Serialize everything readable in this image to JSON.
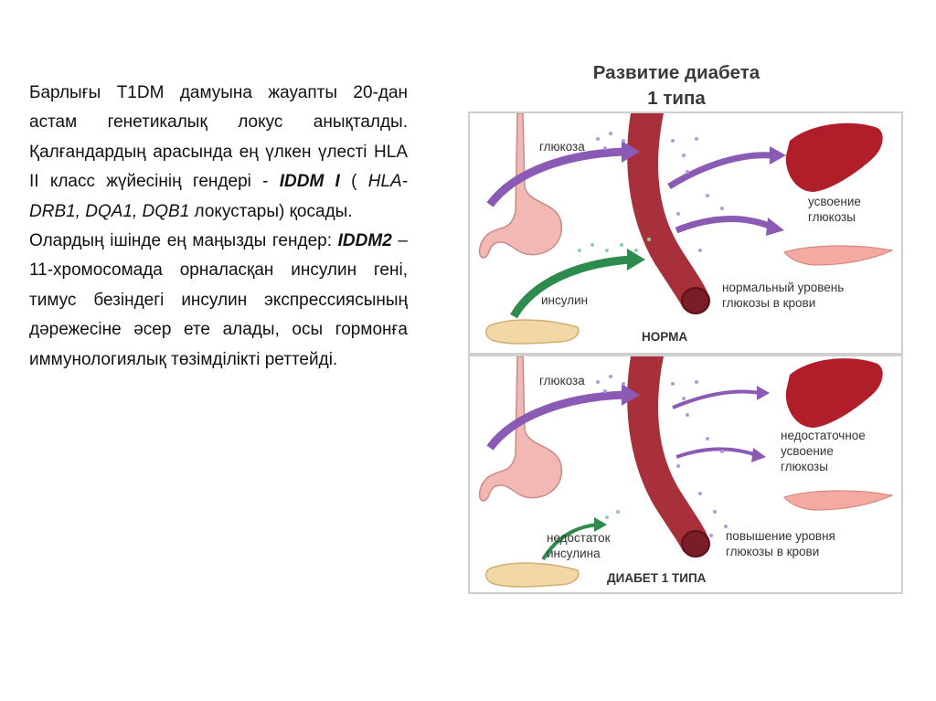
{
  "text": {
    "para1": {
      "t1": "Барлығы T1DM дамуына жауапты 20-дан астам генетикалық локус анықталды. Қалғандардың арасында ең үлкен үлесті HLA II класс жүйесінің гендері - ",
      "em1": "IDDM I",
      "t2": " ( ",
      "em2": "HLA-DRB1, DQA1, DQB1",
      "t3": " локустары) қосады."
    },
    "para2": {
      "t1": "Олардың ішінде ең маңызды гендер: ",
      "em1": "IDDM2",
      "t2": " – 11-хромосомада орналасқан инсулин гені, тимус безіндегі инсулин экспрессиясының дәрежесіне әсер ете алады, осы гормонға иммунологиялық төзімділікті реттейді."
    }
  },
  "figure": {
    "title_line1": "Развитие диабета",
    "title_line2": "1 типа",
    "top_panel": {
      "glucose": "глюкоза",
      "insulin": "инсулин",
      "uptake_line1": "усвоение",
      "uptake_line2": "глюкозы",
      "level_line1": "нормальный уровень",
      "level_line2": "глюкозы в крови",
      "caption": "НОРМА"
    },
    "bottom_panel": {
      "glucose": "глюкоза",
      "insulin_line1": "недостаток",
      "insulin_line2": "инсулина",
      "uptake_line1": "недостаточное",
      "uptake_line2": "усвоение",
      "uptake_line3": "глюкозы",
      "level_line1": "повышение уровня",
      "level_line2": "глюкозы в крови",
      "caption": "ДИАБЕТ 1 ТИПА"
    },
    "colors": {
      "vessel": "#a8303b",
      "glucose_arrow": "#8a5ab5",
      "insulin_arrow": "#2e8b4e",
      "liver": "#b01e2a",
      "stomach": "#f2b8b4",
      "muscle": "#f4a9a1",
      "pancreas": "#f2d8a6"
    }
  }
}
